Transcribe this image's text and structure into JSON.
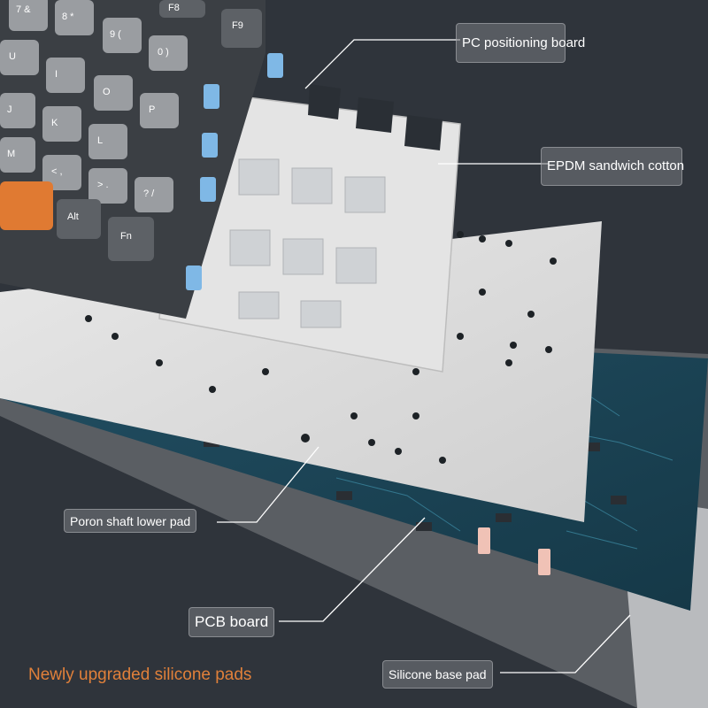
{
  "labels": {
    "pc_board": "PC positioning board",
    "epdm": "EPDM sandwich cotton",
    "poron": "Poron shaft lower pad",
    "pcb": "PCB board",
    "silicone_base": "Silicone base pad"
  },
  "caption": "Newly upgraded silicone pads",
  "keycaps": [
    "F8",
    "F9",
    "7 &",
    "8 *",
    "9 (",
    "0 )",
    "U",
    "I",
    "O",
    "P",
    "J",
    "K",
    "L",
    "M",
    "< ,",
    "> .",
    "? /",
    "Alt",
    "Fn"
  ],
  "colors": {
    "background": "#2f343b",
    "caption": "#e0803a",
    "pcb": "#1f4a5c",
    "plate": "#dcdcdc",
    "keycap_light": "#9a9da1",
    "keycap_dark": "#5d6166",
    "keycap_accent": "#e07a32",
    "switch": "#7fb8e6"
  }
}
